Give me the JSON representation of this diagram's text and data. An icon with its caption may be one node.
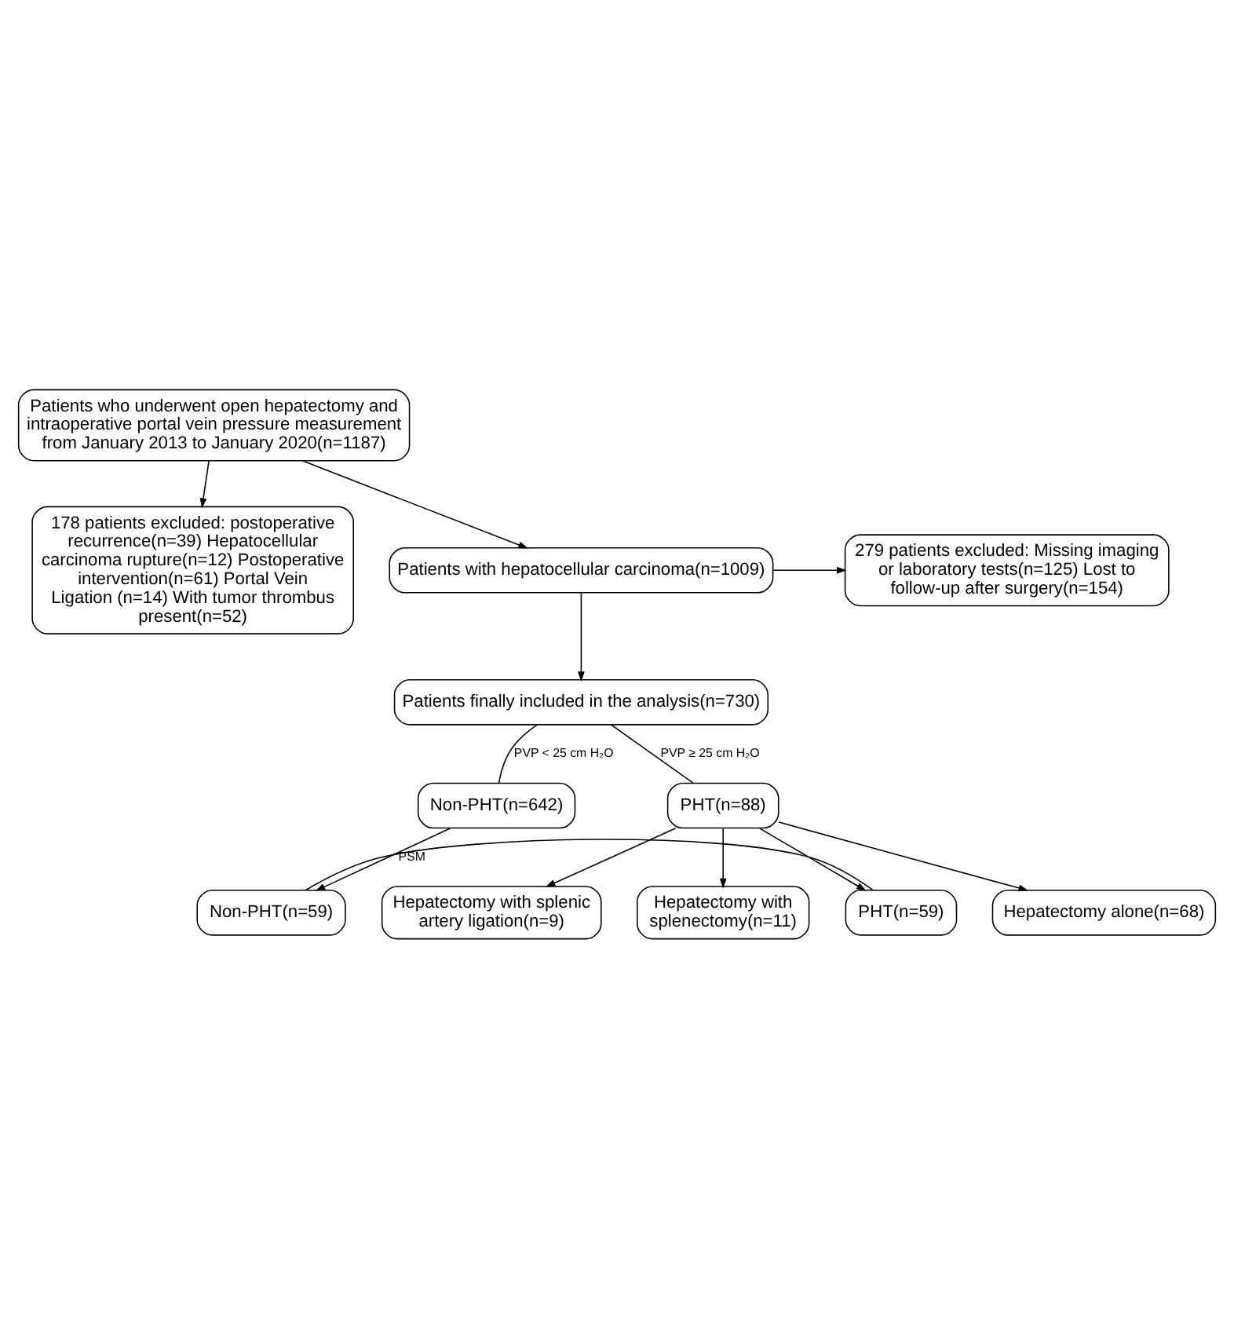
{
  "diagram": {
    "nodes": [
      {
        "text": [
          "Patients who underwent open hepatectomy and intraoperative portal vein pressure measurement from January 2013 to January 2020(n=1187)"
        ]
      },
      {
        "text": [
          "178 patients excluded: postoperative recurrence(n=39) Hepatocellular carcinoma rupture(n=12) Postoperative intervention(n=61) Portal Vein Ligation (n=14) With tumor thrombus present(n=52)"
        ]
      },
      {
        "text": [
          "Patients with hepatocellular carcinoma(n=1009)"
        ]
      },
      {
        "text": [
          "279 patients excluded: Missing imaging or laboratory tests(n=125) Lost to follow-up after surgery(n=154)"
        ]
      },
      {
        "text": [
          "Patients finally included in the analysis(n=730)"
        ]
      },
      {
        "text": [
          "Non-PHT(n=642)"
        ]
      },
      {
        "text": [
          "PHT(n=88)"
        ]
      },
      {
        "text": [
          "Hepatectomy alone(n=68)"
        ]
      },
      {
        "text": [
          "Hepatectomy with splenic artery ligation(n=9)"
        ]
      },
      {
        "text": [
          "Hepatectomy with splenectomy(n=11)"
        ]
      },
      {
        "text": [
          "Non-PHT(n=59)"
        ]
      },
      {
        "text": [
          "PHT(n=59)"
        ]
      }
    ],
    "edges": [
      {
        "from": 0,
        "to": 2,
        "arrow": "to"
      },
      {
        "from": 0,
        "to": 1,
        "arrow": "to"
      },
      {
        "from": 2,
        "to": 4,
        "arrow": "to"
      },
      {
        "from": 2,
        "to": 3,
        "arrow": "to"
      },
      {
        "from": 4,
        "to": 5,
        "arrow": "none",
        "label": "PVP < 25 cm H₂O"
      },
      {
        "from": 4,
        "to": 6,
        "arrow": "none",
        "label": "PVP ≥ 25 cm H₂O"
      },
      {
        "from": 6,
        "to": 7,
        "arrow": "to"
      },
      {
        "from": 6,
        "to": 8,
        "arrow": "to"
      },
      {
        "from": 6,
        "to": 9,
        "arrow": "to"
      },
      {
        "from": 5,
        "to": 10,
        "arrow": "to",
        "label": "PSM"
      },
      {
        "from": 6,
        "to": 11,
        "arrow": "to"
      },
      {
        "from": 10,
        "to": 11,
        "arrow": "none"
      }
    ]
  }
}
